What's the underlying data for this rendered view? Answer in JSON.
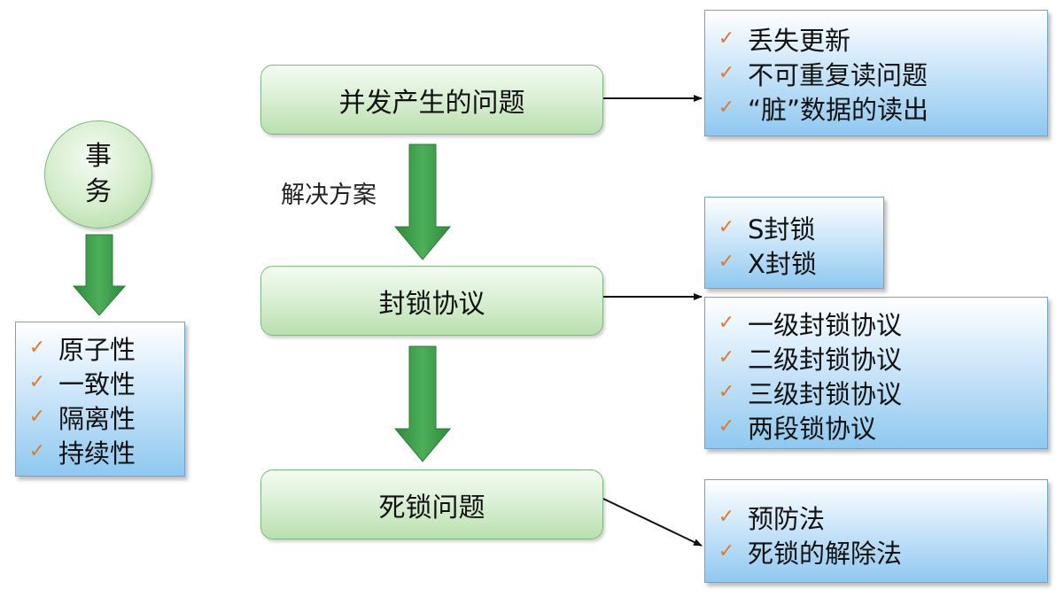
{
  "transaction": {
    "title": "事务",
    "properties": [
      "原子性",
      "一致性",
      "隔离性",
      "持续性"
    ]
  },
  "flow": {
    "step1": "并发产生的问题",
    "solution_label": "解决方案",
    "step2": "封锁协议",
    "step3": "死锁问题"
  },
  "problems": [
    "丢失更新",
    "不可重复读问题",
    "“脏”数据的读出"
  ],
  "lock_types": [
    "S封锁",
    "X封锁"
  ],
  "protocols": [
    "一级封锁协议",
    "二级封锁协议",
    "三级封锁协议",
    "两段锁协议"
  ],
  "deadlock_solutions": [
    "预防法",
    "死锁的解除法"
  ],
  "check_glyph": "✓",
  "colors": {
    "green_arrow": "#3d9a4a",
    "check": "#e07a2c",
    "connector": "#111111"
  }
}
